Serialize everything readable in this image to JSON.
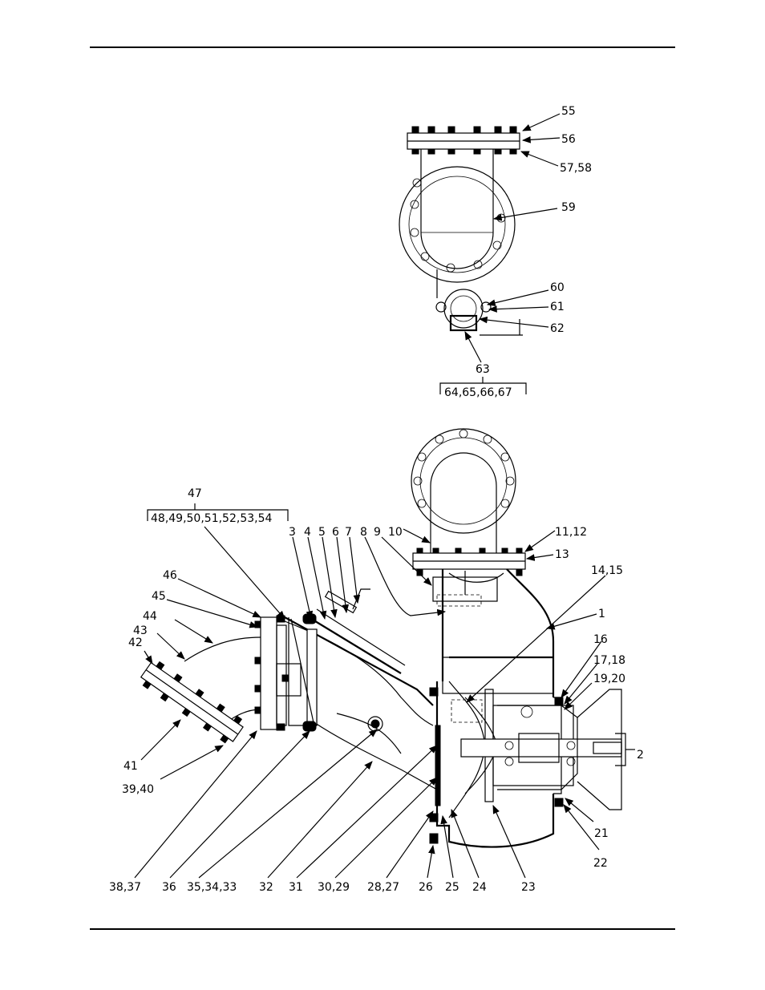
{
  "callouts_top": {
    "c55": "55",
    "c56": "56",
    "c5758": "57,58",
    "c59": "59",
    "c60": "60",
    "c61": "61",
    "c62": "62",
    "c63": "63",
    "c64_67": "64,65,66,67"
  },
  "callouts_main": {
    "c47": "47",
    "c48_54": "48,49,50,51,52,53,54",
    "c3": "3",
    "c4": "4",
    "c5": "5",
    "c6": "6",
    "c7": "7",
    "c8": "8",
    "c9": "9",
    "c10": "10",
    "c1112": "11,12",
    "c13": "13",
    "c1415": "14,15",
    "c1": "1",
    "c16": "16",
    "c1718": "17,18",
    "c1920": "19,20",
    "c2": "2",
    "c21": "21",
    "c22": "22",
    "c46": "46",
    "c45": "45",
    "c44": "44",
    "c43": "43",
    "c42": "42",
    "c41": "41",
    "c3940": "39,40",
    "c3837": "38,37",
    "c36": "36",
    "c353433": "35,34,33",
    "c32": "32",
    "c31": "31",
    "c3029": "30,29",
    "c2827": "28,27",
    "c26": "26",
    "c25": "25",
    "c24": "24",
    "c23": "23"
  }
}
